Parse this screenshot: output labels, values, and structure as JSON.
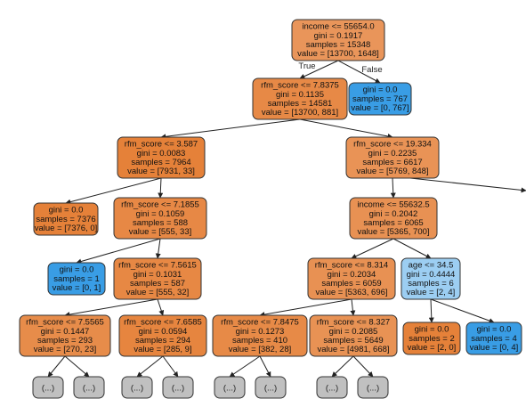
{
  "colors": {
    "orange_strong": "#e58139",
    "orange_mid": "#e9965a",
    "orange_light": "#eca06b",
    "blue_strong": "#399de5",
    "blue_light": "#9ccef2",
    "ellipsis_fill": "#c0c0c0",
    "stroke": "#333333"
  },
  "nodes": {
    "root": {
      "lines": [
        "income <= 55654.0",
        "gini = 0.1917",
        "samples = 15348",
        "value = [13700, 1648]"
      ],
      "fill": "#e9955a"
    },
    "false_leaf": {
      "lines": [
        "gini = 0.0",
        "samples = 767",
        "value = [0, 767]"
      ],
      "fill": "#399de5"
    },
    "n1": {
      "lines": [
        "rfm_score <= 7.8375",
        "gini = 0.1135",
        "samples = 14581",
        "value = [13700, 881]"
      ],
      "fill": "#e78946"
    },
    "n2": {
      "lines": [
        "rfm_score <= 3.587",
        "gini = 0.0083",
        "samples = 7964",
        "value = [7931, 33]"
      ],
      "fill": "#e58139"
    },
    "n3": {
      "lines": [
        "rfm_score <= 19.334",
        "gini = 0.2235",
        "samples = 6617",
        "value = [5769, 848]"
      ],
      "fill": "#e99356"
    },
    "n4": {
      "lines": [
        "gini = 0.0",
        "samples = 7376",
        "value = [7376, 0]"
      ],
      "fill": "#e58139"
    },
    "n5": {
      "lines": [
        "rfm_score <= 7.1855",
        "gini = 0.1059",
        "samples = 588",
        "value = [555, 33]"
      ],
      "fill": "#e78845"
    },
    "n6": {
      "lines": [
        "income <= 55632.5",
        "gini = 0.2042",
        "samples = 6065",
        "value = [5365, 700]"
      ],
      "fill": "#e89153"
    },
    "n7": {
      "lines": [
        "gini = 0.0",
        "samples = 1",
        "value = [0, 1]"
      ],
      "fill": "#399de5"
    },
    "n8": {
      "lines": [
        "rfm_score <= 7.5615",
        "gini = 0.1031",
        "samples = 587",
        "value = [555, 32]"
      ],
      "fill": "#e78844"
    },
    "n9": {
      "lines": [
        "rfm_score <= 8.314",
        "gini = 0.2034",
        "samples = 6059",
        "value = [5363, 696]"
      ],
      "fill": "#e89153"
    },
    "n10": {
      "lines": [
        "age <= 34.5",
        "gini = 0.4444",
        "samples = 6",
        "value = [2, 4]"
      ],
      "fill": "#9ccef2"
    },
    "n11": {
      "lines": [
        "rfm_score <= 7.5565",
        "gini = 0.1447",
        "samples = 293",
        "value = [270, 23]"
      ],
      "fill": "#e78c4a"
    },
    "n12": {
      "lines": [
        "rfm_score <= 7.6585",
        "gini = 0.0594",
        "samples = 294",
        "value = [285, 9]"
      ],
      "fill": "#e6853f"
    },
    "n13": {
      "lines": [
        "rfm_score <= 7.8475",
        "gini = 0.1273",
        "samples = 410",
        "value = [382, 28]"
      ],
      "fill": "#e78a47"
    },
    "n14": {
      "lines": [
        "rfm_score <= 8.327",
        "gini = 0.2085",
        "samples = 5649",
        "value = [4981, 668]"
      ],
      "fill": "#e89254"
    },
    "n15": {
      "lines": [
        "gini = 0.0",
        "samples = 2",
        "value = [2, 0]"
      ],
      "fill": "#e58139"
    },
    "n16": {
      "lines": [
        "gini = 0.0",
        "samples = 4",
        "value = [0, 4]"
      ],
      "fill": "#399de5"
    }
  },
  "ellipsis_label": "(...)",
  "edge_labels": {
    "true": "True",
    "false": "False"
  }
}
